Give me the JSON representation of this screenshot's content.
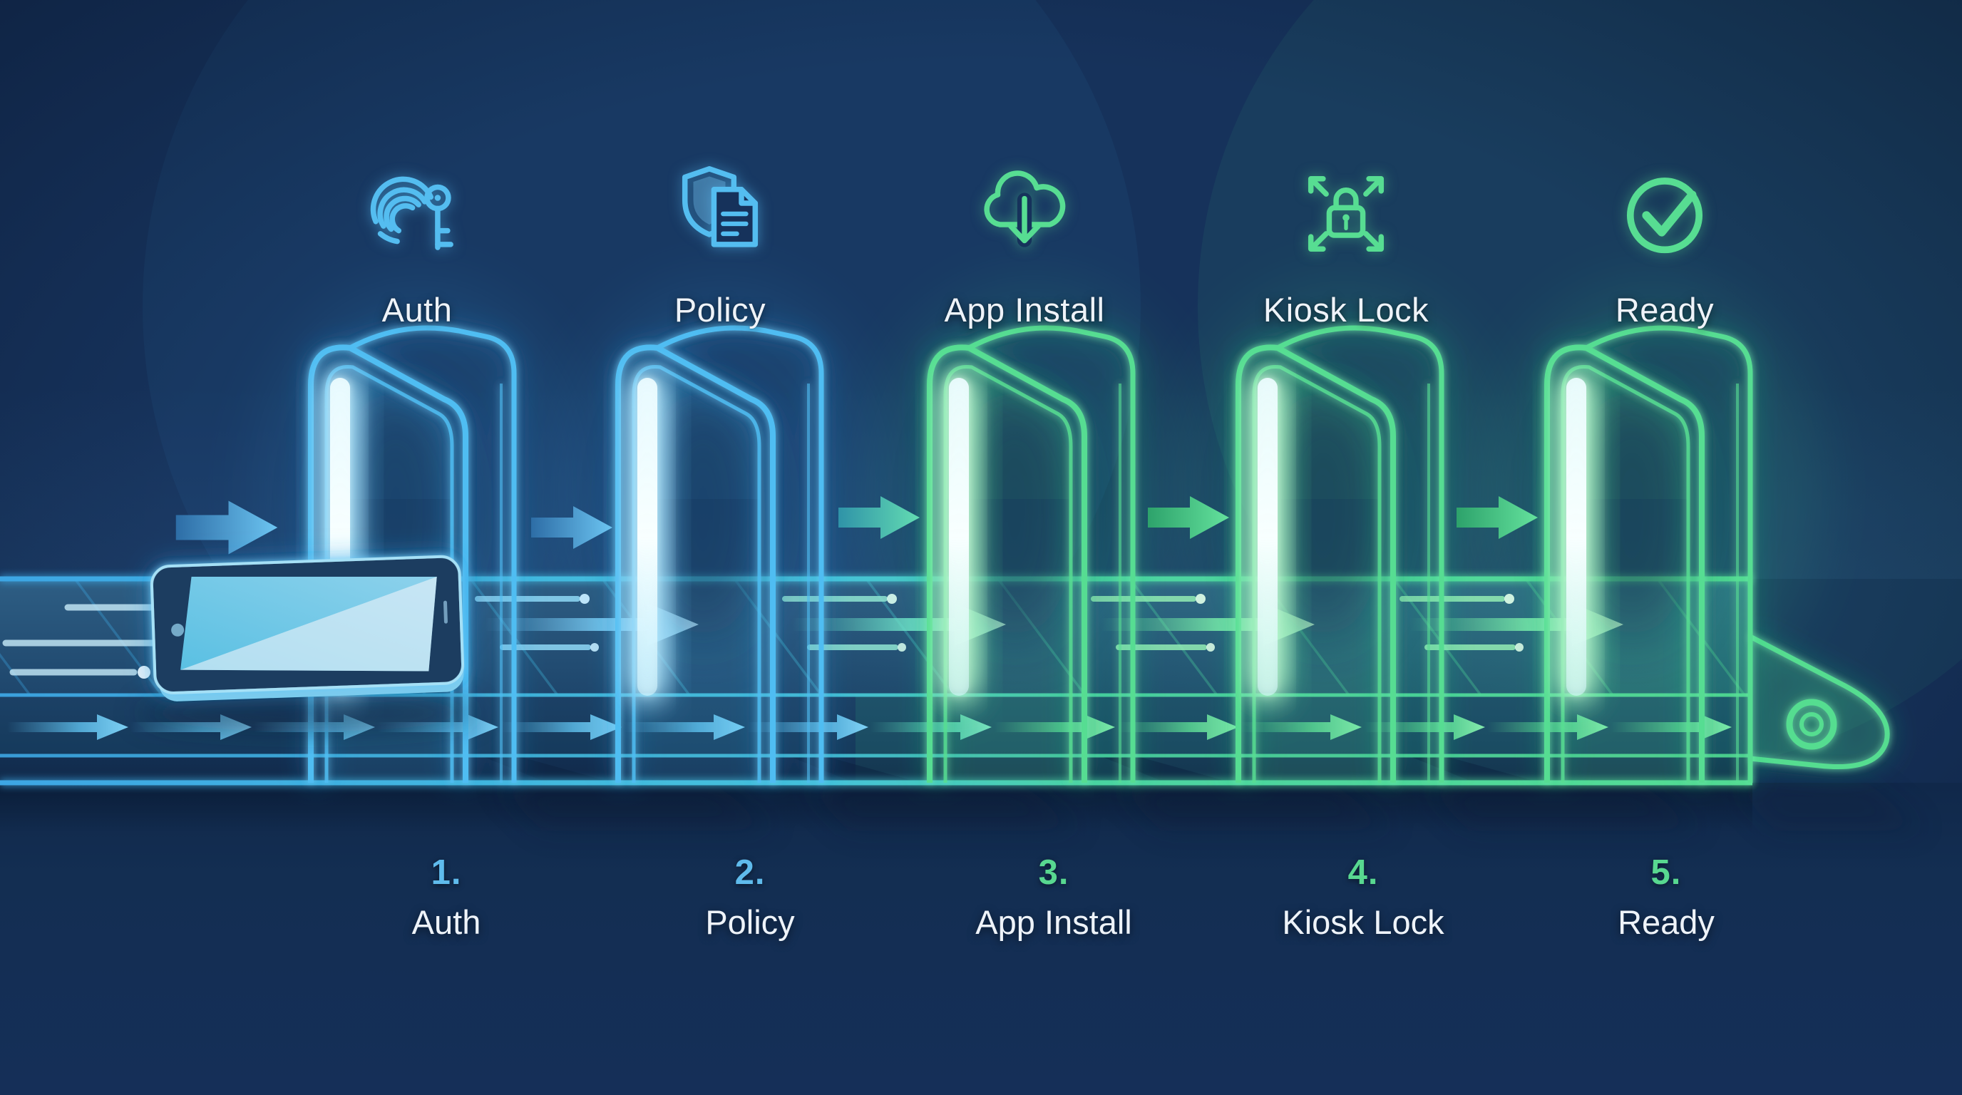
{
  "stages": [
    {
      "number": "1.",
      "label": "Auth",
      "icon": "fingerprint-key-icon",
      "theme": "blue"
    },
    {
      "number": "2.",
      "label": "Policy",
      "icon": "shield-document-icon",
      "theme": "blue"
    },
    {
      "number": "3.",
      "label": "App Install",
      "icon": "cloud-download-icon",
      "theme": "green"
    },
    {
      "number": "4.",
      "label": "Kiosk Lock",
      "icon": "lock-expand-icon",
      "theme": "green"
    },
    {
      "number": "5.",
      "label": "Ready",
      "icon": "check-circle-icon",
      "theme": "green"
    }
  ],
  "colors": {
    "background": "#16325b",
    "accent_blue": "#52bdf0",
    "accent_green": "#55db90",
    "number_blue": "#5fbbec",
    "number_green": "#58d890",
    "label_text": "#eef3f9",
    "light_bar": "#f2fcff",
    "belt_surface": "#2b5b80",
    "belt_front": "#1b4065"
  }
}
